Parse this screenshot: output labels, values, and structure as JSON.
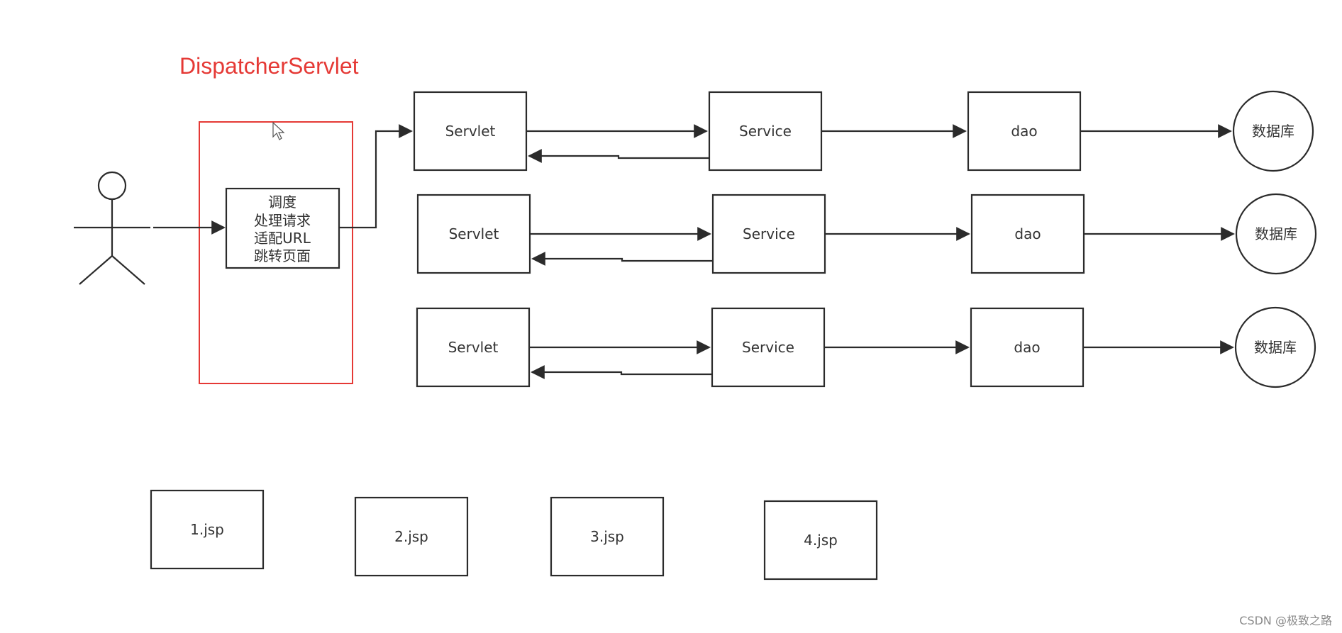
{
  "title": "DispatcherServlet",
  "dispatcher_lines": [
    "调度",
    "处理请求",
    "适配URL",
    "跳转页面"
  ],
  "rows": [
    {
      "servlet": "Servlet",
      "service": "Service",
      "dao": "dao",
      "db": "数据库"
    },
    {
      "servlet": "Servlet",
      "service": "Service",
      "dao": "dao",
      "db": "数据库"
    },
    {
      "servlet": "Servlet",
      "service": "Service",
      "dao": "dao",
      "db": "数据库"
    }
  ],
  "jsp_pages": [
    "1.jsp",
    "2.jsp",
    "3.jsp",
    "4.jsp"
  ],
  "watermark": "CSDN @极致之路",
  "colors": {
    "accent": "#e53935",
    "stroke": "#2b2b2b"
  }
}
